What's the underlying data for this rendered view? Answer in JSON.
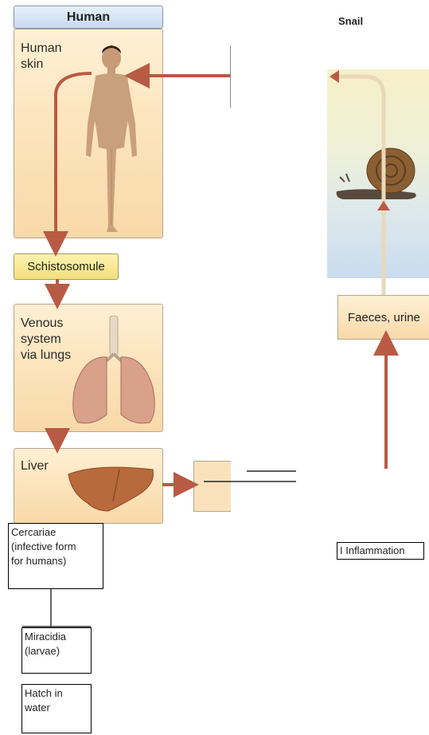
{
  "human_host": {
    "header": "Human",
    "skin_label": "Human\nskin",
    "schistosomule": "Schistosomule",
    "venous_label": "Venous\nsystem\nvia lungs",
    "liver_label": "Liver"
  },
  "snail_host": {
    "header": "Snail",
    "faeces_label": "Faeces, urine"
  },
  "boxes": {
    "cercariae": "Cercariae\n(infective form\nfor humans)",
    "miracidia": "Miracidia\n(larvae)",
    "hatch": "Hatch in\nwater",
    "inflammation": "I Inflammation"
  },
  "colors": {
    "arrow": "#b85a44",
    "arrow_light": "#e9d9b8",
    "panel": "#fbe1b7",
    "header": "#c8daf0",
    "tag": "#f3e07b"
  }
}
